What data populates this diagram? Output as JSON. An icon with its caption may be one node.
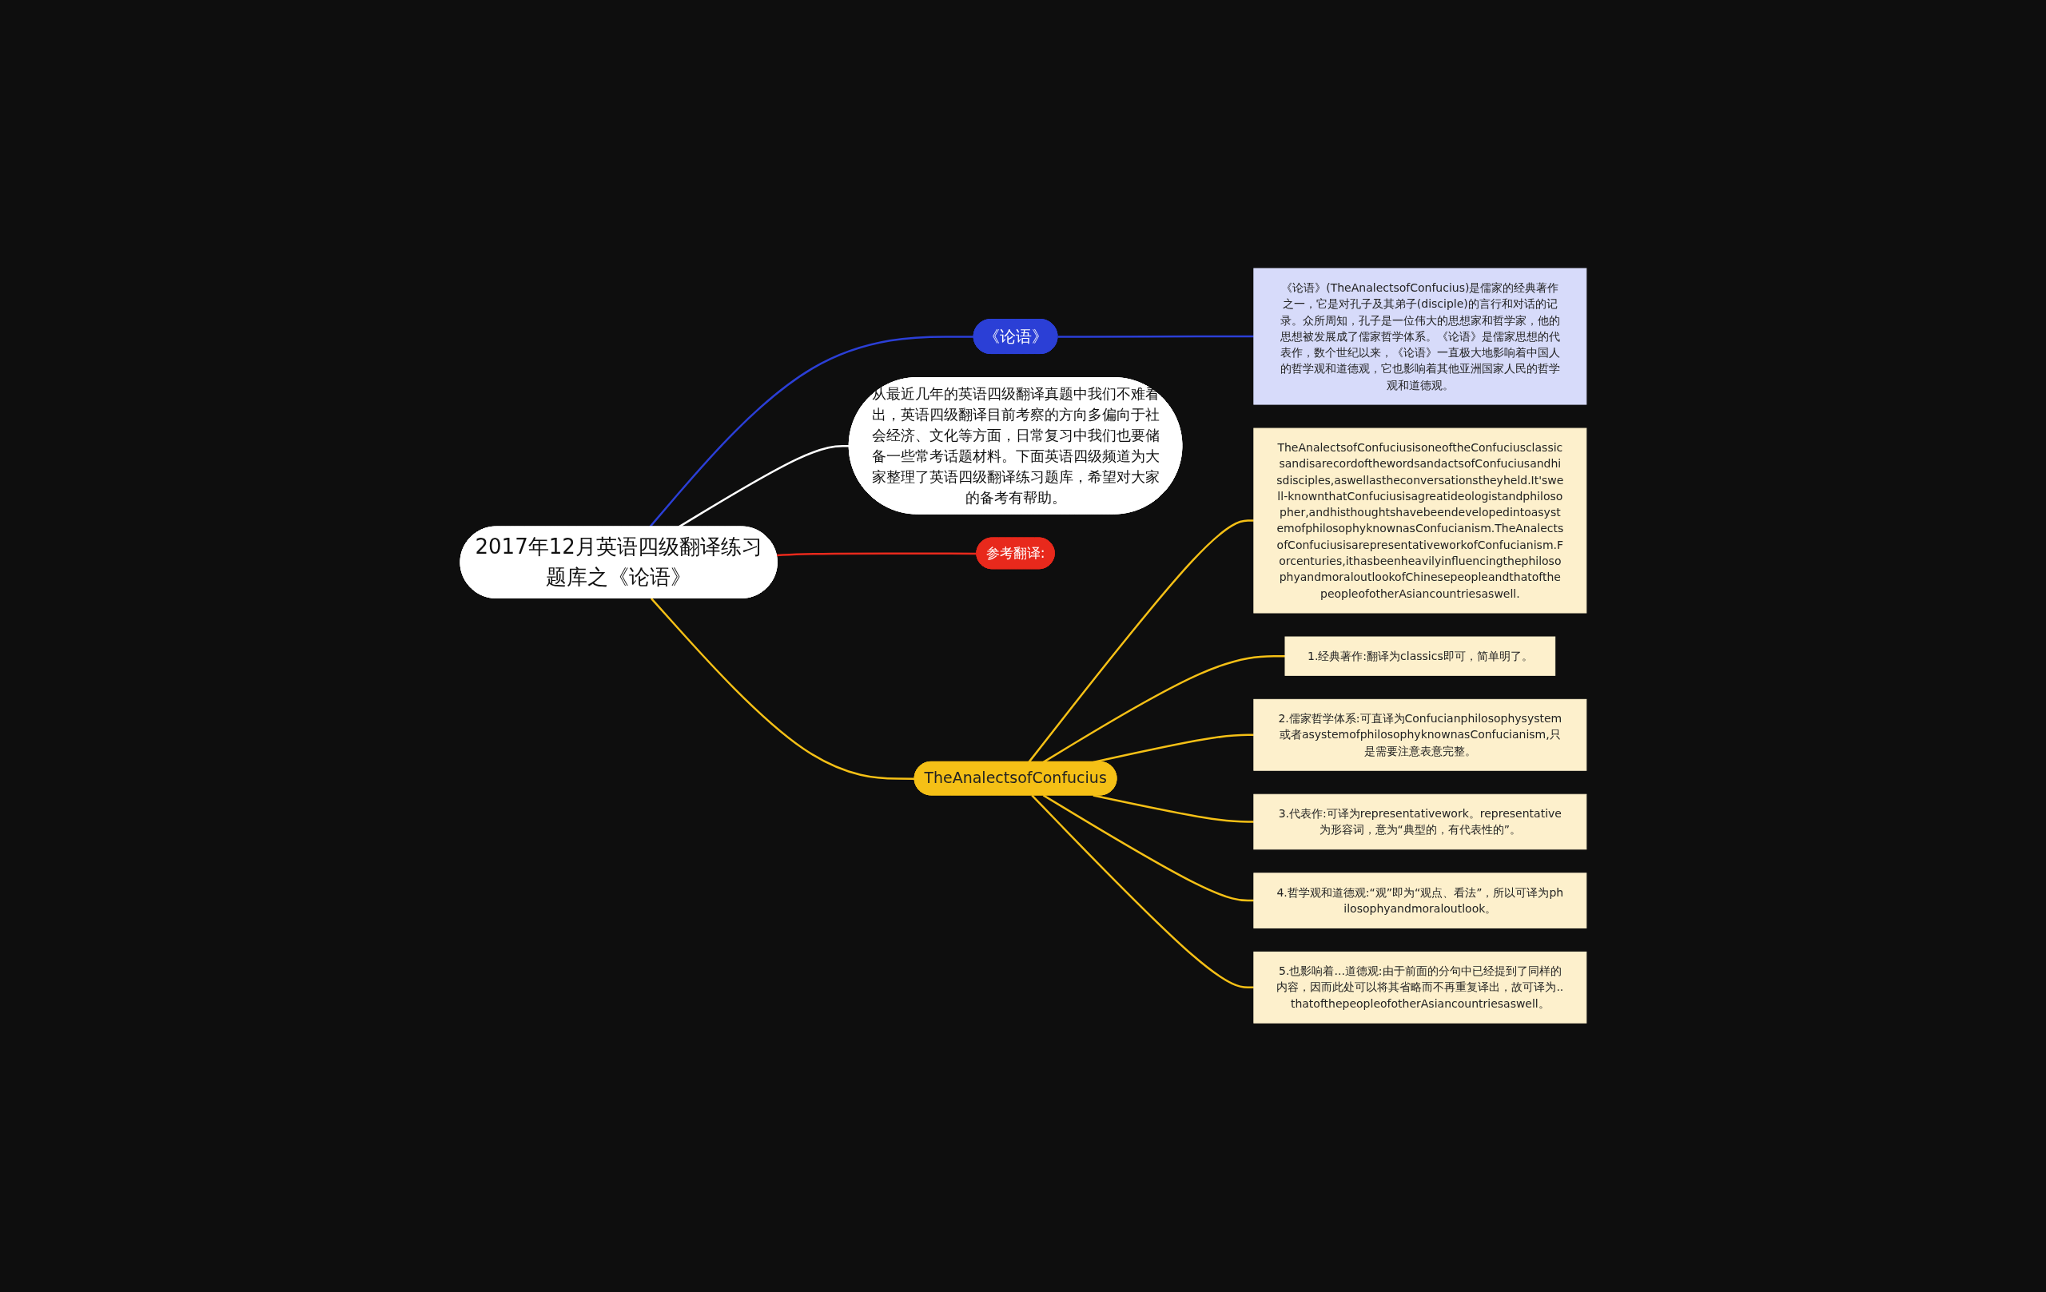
{
  "diagram": {
    "nodes": [
      {
        "text": [
          "2017年12月英语四级翻译练习题库之《论语》"
        ]
      },
      {
        "text": [
          "《论语》"
        ]
      },
      {
        "text": [
          "《论语》(TheAnalectsofConfucius)是儒家的经典著作之一，它是对孔子及其弟子(disciple)的言行和对话的记录。众所周知，孔子是一位伟大的思想家和哲学家，他的思想被发展成了儒家哲学体系。《论语》是儒家思想的代表作，数个世纪以来，《论语》一直极大地影响着中国人的哲学观和道德观，它也影响着其他亚洲国家人民的哲学观和道德观。"
        ]
      },
      {
        "text": [
          "从最近几年的英语四级翻译真题中我们不难看出，英语四级翻译目前考察的方向多偏向于社会经济、文化等方面，日常复习中我们也要储备一些常考话题材料。下面英语四级频道为大家整理了英语四级翻译练习题库，希望对大家的备考有帮助。"
        ]
      },
      {
        "text": [
          "参考翻译:"
        ]
      },
      {
        "text": [
          "TheAnalectsofConfucius"
        ]
      },
      {
        "text": [
          "TheAnalectsofConfuciusisoneoftheConfuciusclassicsandisarecordofthewordsandactsofConfuciusandhisdisciples,aswellastheconversationstheyheld.It'swell-knownthatConfuciusisagreatideologistandphilosopher,andhisthoughtshavebeendevelopedintoasystemofphilosophyknownasConfucianism.TheAnalectsofConfuciusisarepresentativeworkofConfucianism.Forcenturies,ithasbeenheavilyinfluencingthephilosophyandmoraloutlookofChinesepeopleandthatofthepeopleofotherAsiancountriesaswell."
        ]
      },
      {
        "text": [
          "1.经典著作:翻译为classics即可，简单明了。"
        ]
      },
      {
        "text": [
          "2.儒家哲学体系:可直译为Confucianphilosophysystem或者asystemofphilosophyknownasConfucianism,只是需要注意表意完整。"
        ]
      },
      {
        "text": [
          "3.代表作:可译为representativework。representative为形容词，意为“典型的，有代表性的”。"
        ]
      },
      {
        "text": [
          "4.哲学观和道德观:“观”即为“观点、看法”，所以可译为philosophyandmoraloutlook。"
        ]
      },
      {
        "text": [
          "5.也影响着...道德观:由于前面的分句中已经提到了同样的内容，因而此处可以将其省略而不再重复译出，故可译为..thatofthepeopleofotherAsiancountriesaswell。"
        ]
      }
    ],
    "edges": [
      {
        "from": 0,
        "to": 1,
        "arrow": "none",
        "color": "#2b3fd6"
      },
      {
        "from": 1,
        "to": 2,
        "arrow": "none",
        "color": "#2b3fd6"
      },
      {
        "from": 0,
        "to": 3,
        "arrow": "none",
        "color": "#ffffff"
      },
      {
        "from": 0,
        "to": 4,
        "arrow": "none",
        "color": "#e8291c"
      },
      {
        "from": 0,
        "to": 5,
        "arrow": "none"
      },
      {
        "from": 5,
        "to": 6,
        "arrow": "none"
      },
      {
        "from": 5,
        "to": 7,
        "arrow": "none"
      },
      {
        "from": 5,
        "to": 8,
        "arrow": "none"
      },
      {
        "from": 5,
        "to": 9,
        "arrow": "none"
      },
      {
        "from": 5,
        "to": 10,
        "arrow": "none"
      },
      {
        "from": 5,
        "to": 11,
        "arrow": "none"
      }
    ]
  }
}
